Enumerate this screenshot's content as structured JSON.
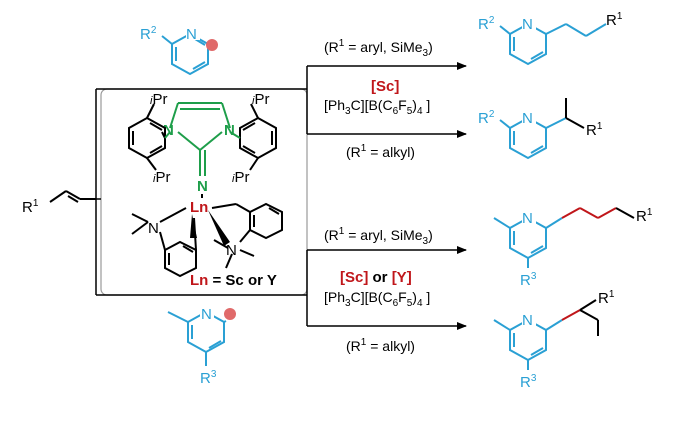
{
  "colors": {
    "pyridine_blue": "#2aa0d4",
    "catalyst_green": "#1e9e4a",
    "metal_red": "#c0161a",
    "line_black": "#000000",
    "panel_border": "#9a9a9a",
    "mark_dot": "#e06a6a"
  },
  "reactant": {
    "r1_label": "R",
    "r1_sup": "1"
  },
  "catalyst": {
    "ipr_1": "iPr",
    "ipr_2": "iPr",
    "ipr_3": "iPr",
    "ipr_4": "iPr",
    "imine_n": "N",
    "metal": "Ln",
    "amine_n1": "N",
    "amine_n2": "N",
    "legend_ln": "Ln",
    "legend_rest": " = Sc or Y"
  },
  "top_substrate": {
    "r2_label": "R",
    "r2_sup": "2",
    "n_label": "N"
  },
  "bottom_substrate": {
    "r3_label": "R",
    "r3_sup": "3",
    "n_label": "N"
  },
  "top_branch": {
    "cond_above": "(R¹ = aryl, SiMe₃)",
    "cat_label": "[Sc]",
    "cocat": "[Ph₃C][B(C₆F₅)₄ ]",
    "cond_below": "(R¹ = alkyl)"
  },
  "bottom_branch": {
    "cond_above": "(R¹ = aryl, SiMe₃)",
    "cat_sc": "[Sc]",
    "cat_or": " or ",
    "cat_y": "[Y]",
    "cocat": "[Ph₃C][B(C₆F₅)₄ ]",
    "cond_below": "(R¹ = alkyl)"
  },
  "products": {
    "p1": {
      "r2": "R",
      "r2_sup": "2",
      "n": "N",
      "r1": "R",
      "r1_sup": "1"
    },
    "p2": {
      "r2": "R",
      "r2_sup": "2",
      "n": "N",
      "r1": "R",
      "r1_sup": "1"
    },
    "p3": {
      "n": "N",
      "r1": "R",
      "r1_sup": "1",
      "r3": "R",
      "r3_sup": "3"
    },
    "p4": {
      "n": "N",
      "r1": "R",
      "r1_sup": "1",
      "r3": "R",
      "r3_sup": "3"
    }
  }
}
